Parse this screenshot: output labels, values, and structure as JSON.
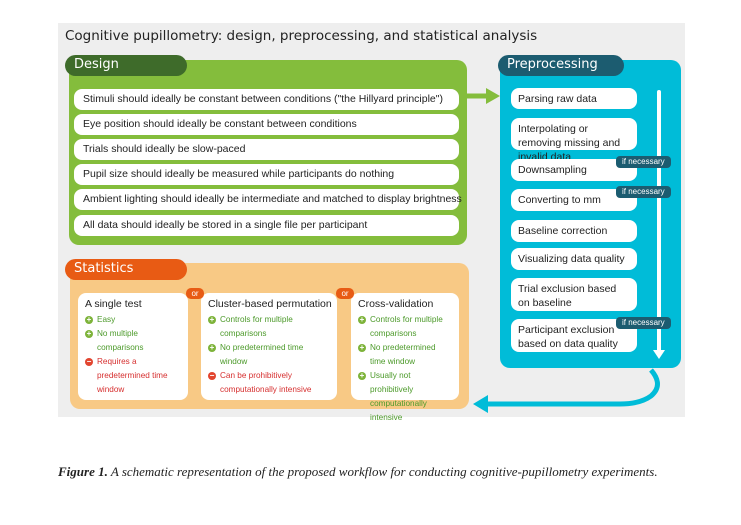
{
  "title": "Cognitive pupillometry: design, preprocessing, and statistical analysis",
  "design": {
    "heading": "Design",
    "items": [
      "Stimuli should ideally be constant between conditions (\"the Hillyard principle\")",
      "Eye position should ideally be constant between conditions",
      "Trials should ideally be slow-paced",
      "Pupil size should ideally be measured while participants do nothing",
      "Ambient lighting should ideally be intermediate and matched to display brightness",
      "All data should ideally be stored in a single file per participant"
    ]
  },
  "preprocessing": {
    "heading": "Preprocessing",
    "items": [
      {
        "label": "Parsing raw data",
        "tag": ""
      },
      {
        "label": "Interpolating or removing missing and invalid data",
        "tag": ""
      },
      {
        "label": "Downsampling",
        "tag": "if necessary"
      },
      {
        "label": "Converting to mm",
        "tag": "if necessary"
      },
      {
        "label": "Baseline correction",
        "tag": ""
      },
      {
        "label": "Visualizing data quality",
        "tag": ""
      },
      {
        "label": "Trial exclusion based on baseline",
        "tag": ""
      },
      {
        "label": "Participant exclusion based on data quality",
        "tag": "if necessary"
      }
    ]
  },
  "statistics": {
    "heading": "Statistics",
    "or_label": "or",
    "methods": [
      {
        "title": "A single test",
        "points": [
          {
            "type": "pro",
            "text": "Easy"
          },
          {
            "type": "pro",
            "text": "No multiple comparisons"
          },
          {
            "type": "con",
            "text": "Requires a predetermined time window"
          }
        ]
      },
      {
        "title": "Cluster-based permutation",
        "points": [
          {
            "type": "pro",
            "text": "Controls for multiple comparisons"
          },
          {
            "type": "pro",
            "text": "No predetermined time window"
          },
          {
            "type": "con",
            "text": "Can be prohibitively computationally intensive"
          }
        ]
      },
      {
        "title": "Cross-validation",
        "points": [
          {
            "type": "pro",
            "text": "Controls for multiple comparisons"
          },
          {
            "type": "pro",
            "text": "No predetermined time window"
          },
          {
            "type": "pro",
            "text": "Usually not prohibitively computationally intensive"
          }
        ]
      }
    ]
  },
  "caption": {
    "label": "Figure 1.",
    "text": "A schematic representation of the proposed workflow for conducting cognitive-pupillometry experiments."
  },
  "colors": {
    "design": "#84bd3c",
    "design_dark": "#3e6b2a",
    "preprocessing": "#00bcd8",
    "preprocessing_dark": "#1c5c70",
    "statistics": "#f8c985",
    "statistics_dark": "#e85b14",
    "pro": "#4c9a2a",
    "con": "#d62f2f"
  }
}
